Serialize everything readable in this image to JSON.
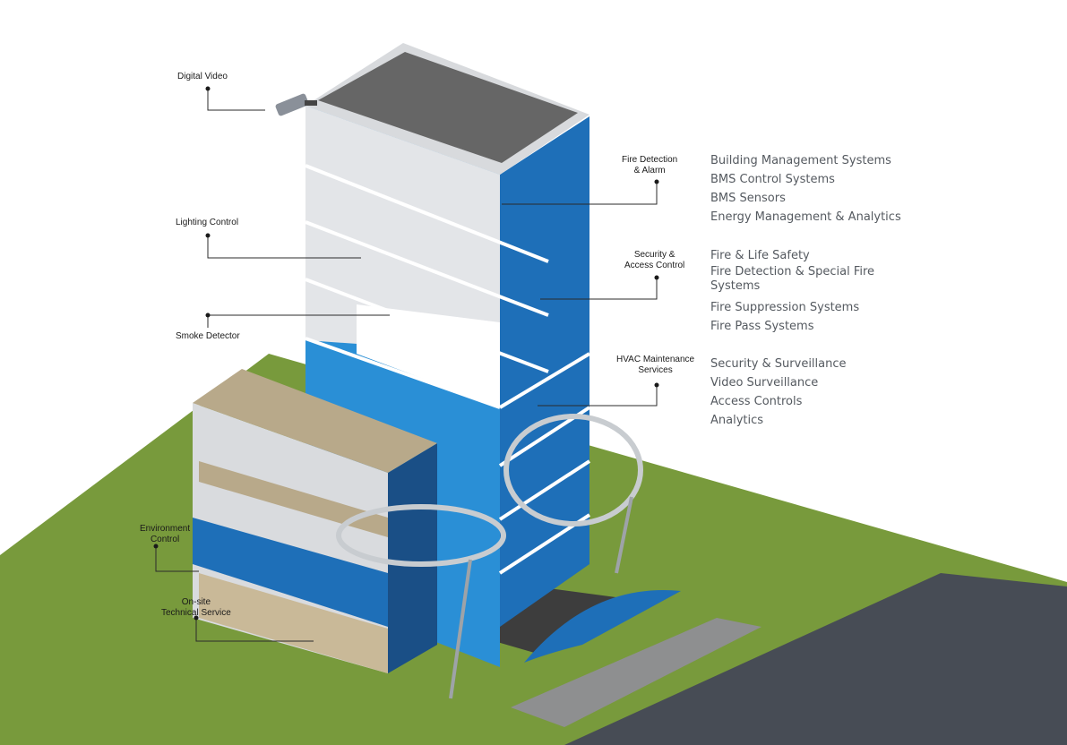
{
  "colors": {
    "building_blue": "#1E6FB8",
    "building_blue_light": "#2AA0E0",
    "grass": "#789A3C",
    "asphalt": "#474C55",
    "sidewalk": "#8E8F90",
    "roof": "#666666",
    "floor_tan": "#B8A98A"
  },
  "callouts": {
    "digital_video": [
      "Digital Video"
    ],
    "lighting_control": [
      "Lighting Control"
    ],
    "smoke_detector": [
      "Smoke Detector"
    ],
    "fire_detection": [
      "Fire Detection",
      "& Alarm"
    ],
    "security_access": [
      "Security &",
      "Access Control"
    ],
    "hvac": [
      "HVAC Maintenance",
      "Services"
    ],
    "environment": [
      "Environment",
      "Control"
    ],
    "onsite": [
      "On-site",
      "Technical Service"
    ]
  },
  "services": {
    "bms": [
      "Building Management Systems",
      "BMS Control Systems",
      "BMS Sensors",
      "Energy Management & Analytics"
    ],
    "fire": [
      "Fire & Life Safety",
      "Fire Detection & Special Fire Systems",
      "Fire Suppression Systems",
      "Fire Pass Systems"
    ],
    "security": [
      "Security & Surveillance",
      "Video Surveillance",
      "Access Controls",
      "Analytics"
    ]
  }
}
